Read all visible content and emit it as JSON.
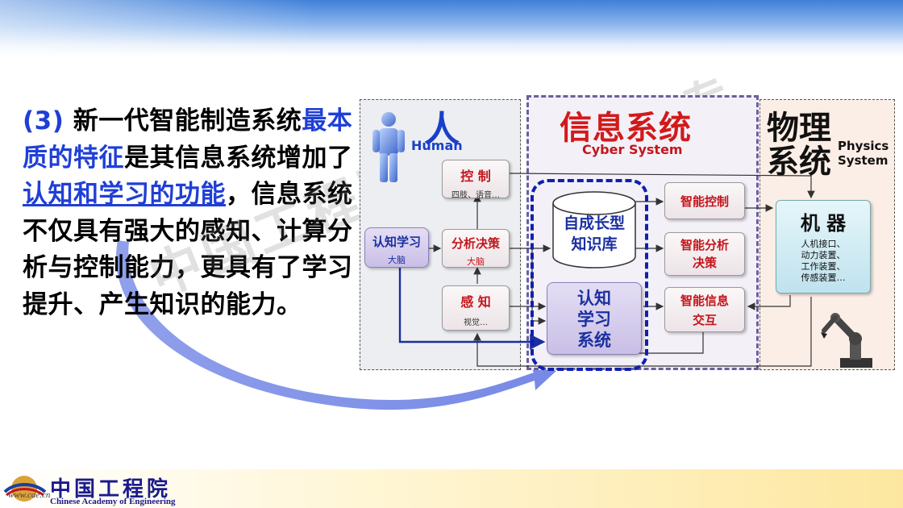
{
  "body": {
    "number": "(3)",
    "seg1": "新一代智能制造系统",
    "seg2": "最本质的特征",
    "seg3": "是其信息系统增加了",
    "seg4": "认知和学习的功能",
    "seg5": "，信息系统不仅具有强大的感知、计算分析与控制能力，更具有了学习提升、产生知识的能力。"
  },
  "watermark": {
    "text": "中国工程院",
    "top_right": "专"
  },
  "diagram": {
    "human": {
      "title": "人",
      "subtitle": "Human"
    },
    "cyber": {
      "title": "信息系统",
      "subtitle": "Cyber System"
    },
    "physics": {
      "title_line1": "物理",
      "title_line2": "系统",
      "subtitle": "Physics System"
    },
    "control": {
      "main": "控 制",
      "minor": "四肢、语音…"
    },
    "cognition": {
      "main": "认知学习",
      "minor": "大脑"
    },
    "analysis": {
      "main": "分析决策",
      "minor": "大脑"
    },
    "perception": {
      "main": "感 知",
      "minor": "视觉…"
    },
    "knowledge": {
      "line1": "自成长型",
      "line2": "知识库"
    },
    "learning": {
      "line1": "认知",
      "line2": "学习",
      "line3": "系统"
    },
    "smart_control": {
      "main": "智能控制"
    },
    "smart_analysis": {
      "line1": "智能分析",
      "line2": "决策"
    },
    "smart_info": {
      "line1": "智能信息",
      "line2": "交互"
    },
    "machine": {
      "title": "机 器",
      "items": [
        "人机接口、",
        "动力装置、",
        "工作装置、",
        "传感装置…"
      ]
    }
  },
  "logo": {
    "cn": "中国工程院",
    "en": "Chinese Academy of Engineering",
    "url": "www.cae.cn"
  },
  "colors": {
    "accent_blue": "#1f3fd6",
    "red": "#c4161c",
    "dark_blue_dash": "#1020b0"
  }
}
